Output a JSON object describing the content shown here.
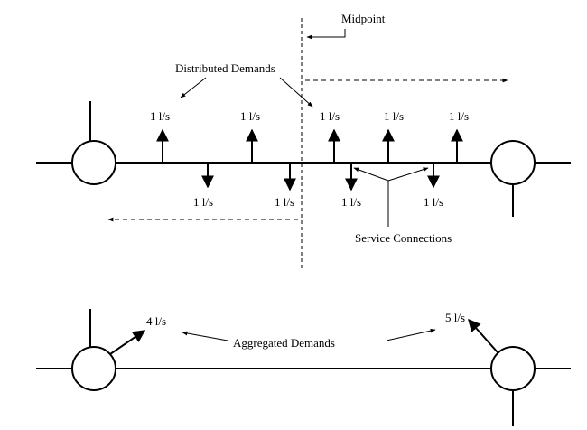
{
  "top_diagram": {
    "midpoint_label": "Midpoint",
    "distributed_label": "Distributed Demands",
    "service_label": "Service Connections",
    "upward_demands": [
      "1 l/s",
      "1 l/s",
      "1 l/s",
      "1 l/s",
      "1 l/s"
    ],
    "downward_demands": [
      "1 l/s",
      "1 l/s",
      "1 l/s",
      "1 l/s"
    ]
  },
  "bottom_diagram": {
    "aggregated_label": "Aggregated Demands",
    "left_demand": "4 l/s",
    "right_demand": "5 l/s"
  }
}
